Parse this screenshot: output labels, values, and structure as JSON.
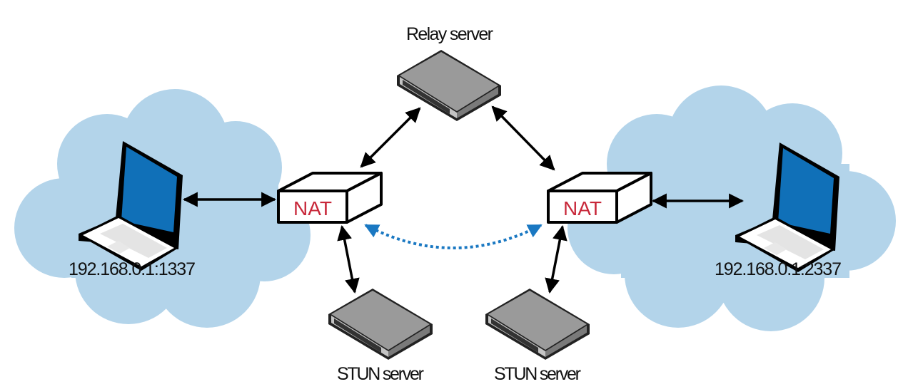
{
  "labels": {
    "relay": "Relay server",
    "left_ip": "192.168.0.1:1337",
    "right_ip": "192.168.0.1:2337",
    "stun_left": "STUN server",
    "stun_right": "STUN server",
    "nat_left": "NAT",
    "nat_right": "NAT"
  },
  "colors": {
    "cloud": "#b3d4ea",
    "nat_text": "#c8283a",
    "screen": "#1070b8",
    "server": "#9a9a9a",
    "p2p_link": "#1a78c2"
  }
}
